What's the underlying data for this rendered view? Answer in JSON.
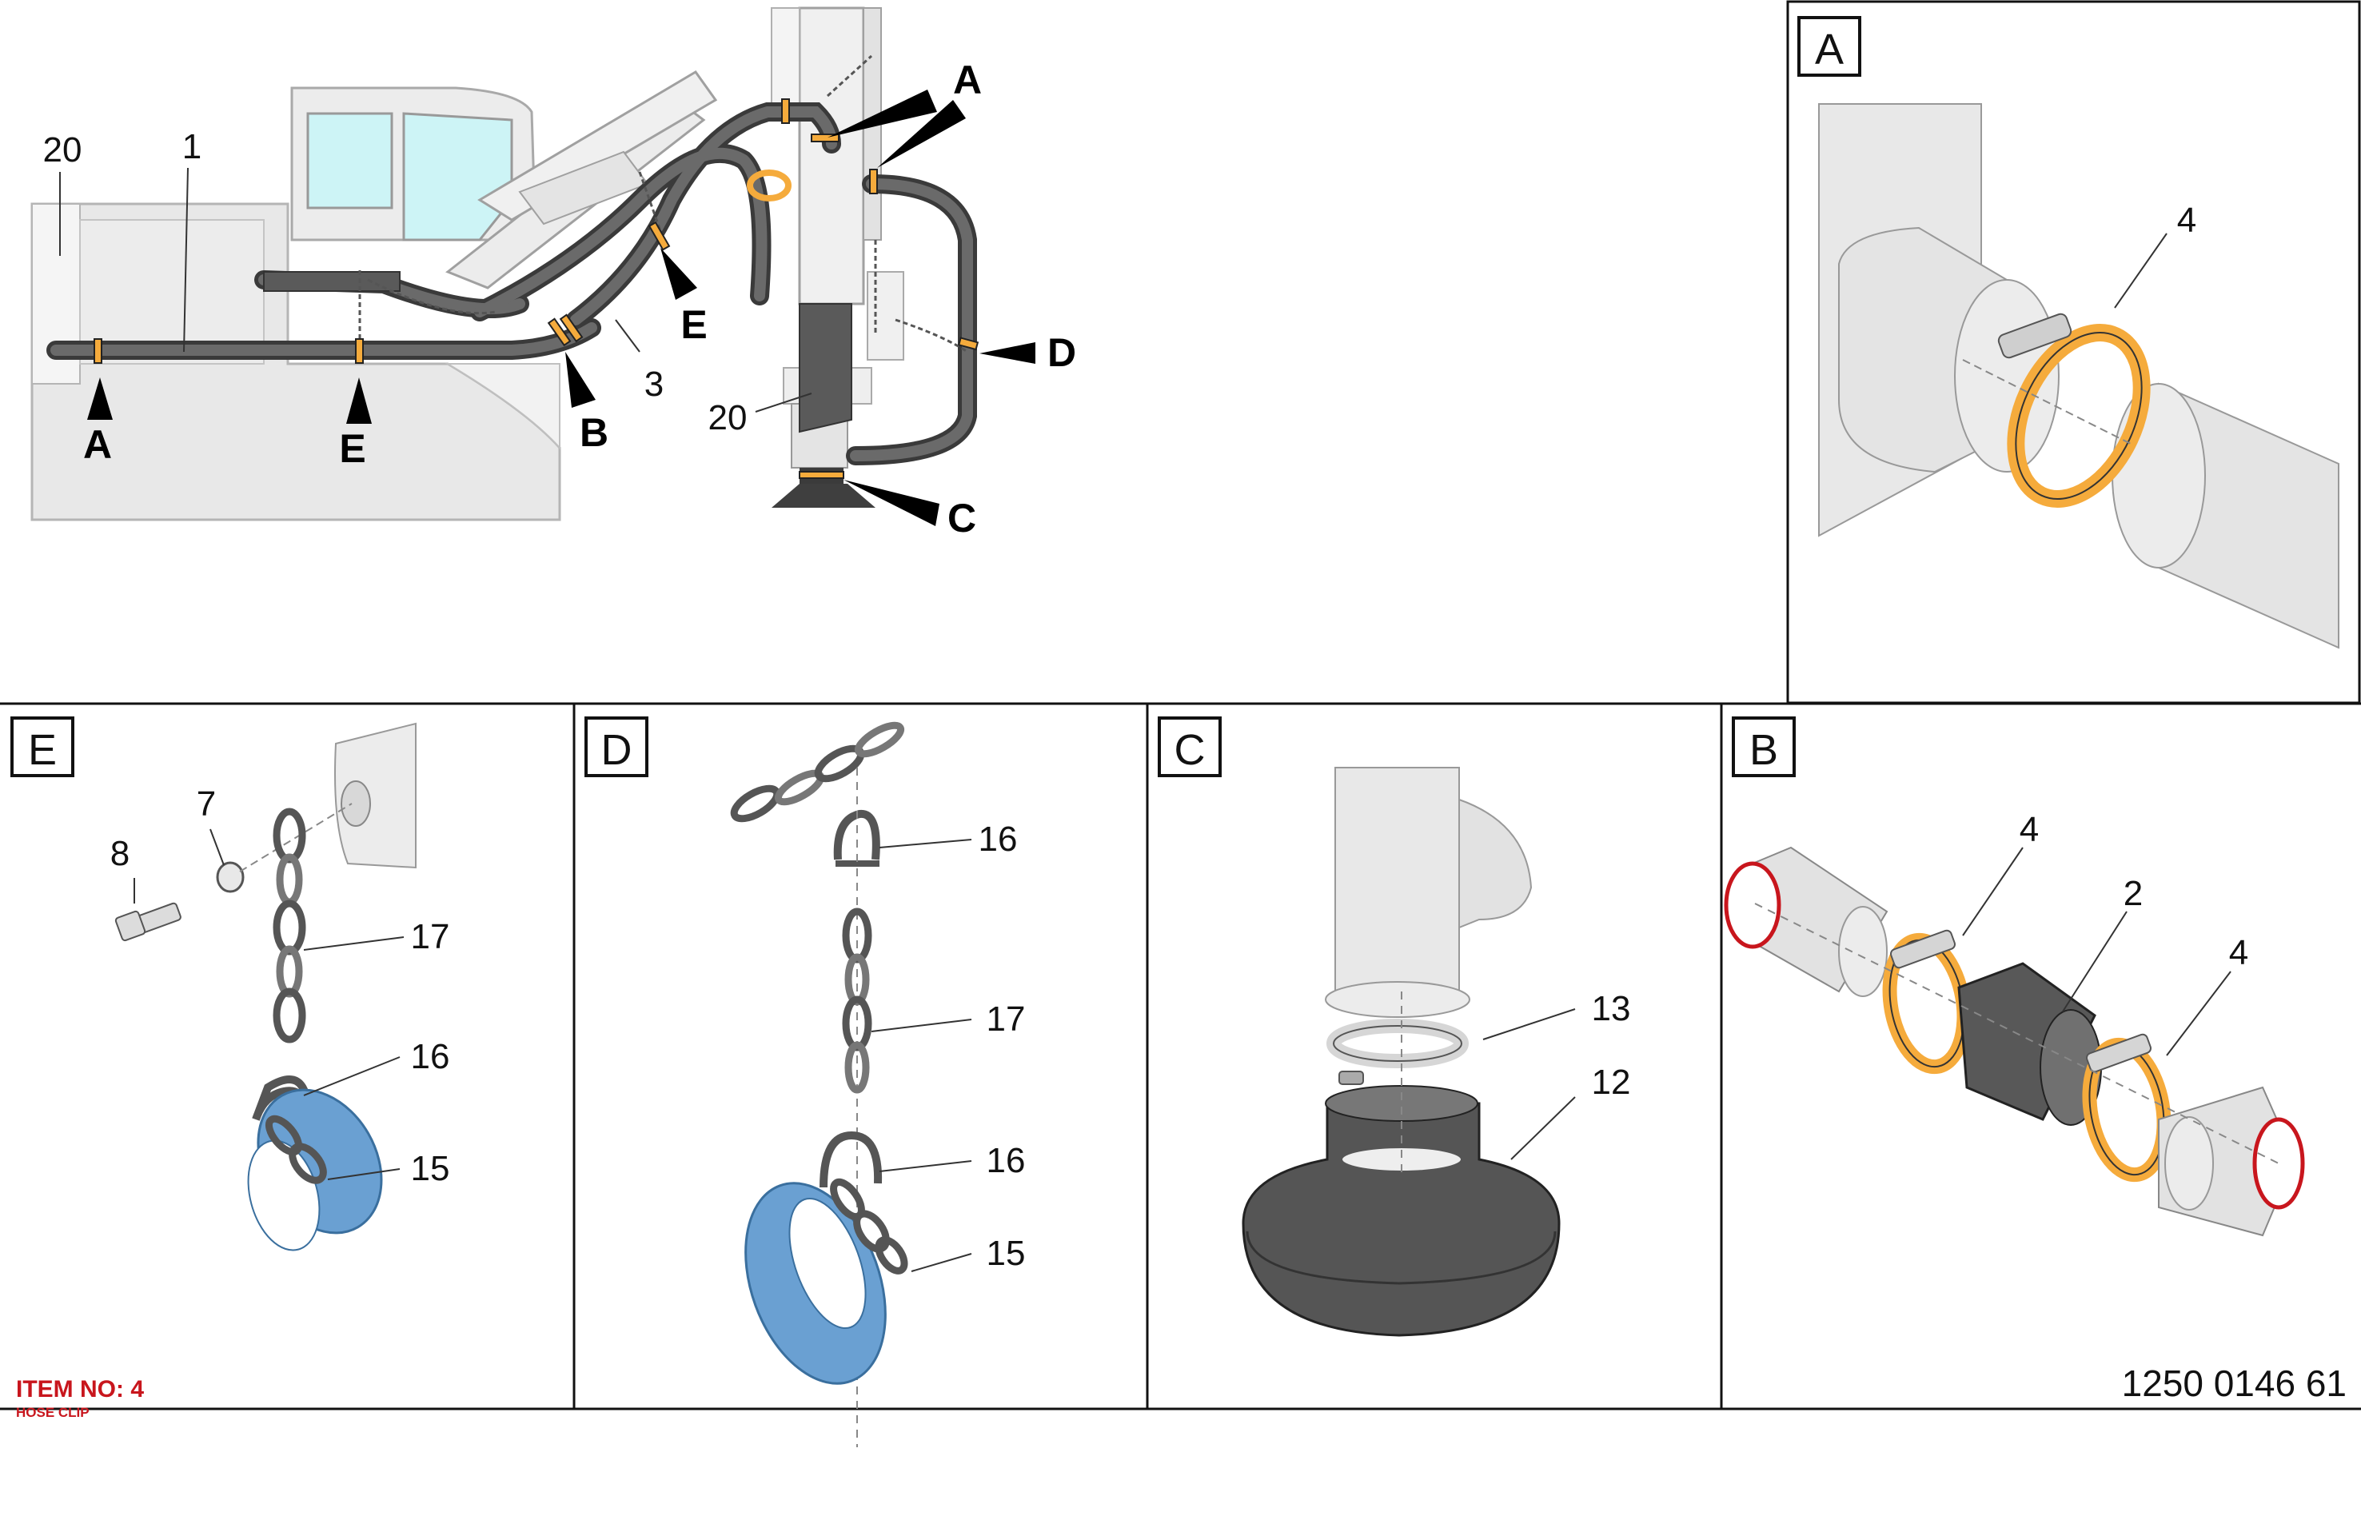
{
  "overview": {
    "part_numbers": {
      "p20_left": "20",
      "p1": "1",
      "p3": "3",
      "p20_mid": "20"
    },
    "callouts": {
      "a_left": "A",
      "e_left": "E",
      "b": "B",
      "e_mid": "E",
      "a_top": "A",
      "d": "D",
      "c": "C"
    }
  },
  "panels": {
    "a": {
      "letter": "A",
      "labels": {
        "clip": "4"
      }
    },
    "e": {
      "letter": "E",
      "labels": {
        "bolt": "8",
        "washer": "7",
        "chain": "17",
        "shackle": "16",
        "sling": "15"
      }
    },
    "d": {
      "letter": "D",
      "labels": {
        "shackle_top": "16",
        "chain": "17",
        "shackle_bottom": "16",
        "sling": "15"
      }
    },
    "c": {
      "letter": "C",
      "labels": {
        "band_clip": "13",
        "cone": "12"
      }
    },
    "b": {
      "letter": "B",
      "labels": {
        "clip_left": "4",
        "sleeve": "2",
        "clip_right": "4"
      }
    }
  },
  "footer": {
    "item_no": "ITEM NO: 4",
    "item_name": "HOSE CLIP",
    "document_number": "1250 0146 61"
  },
  "colors": {
    "clip_orange": "#f5ab3c",
    "sling_blue": "#6aa0d2",
    "hose_dark": "#595959",
    "machine_grey": "#e6e6e6",
    "window_cyan": "#cdf4f6",
    "marker_red": "#c8161d"
  }
}
